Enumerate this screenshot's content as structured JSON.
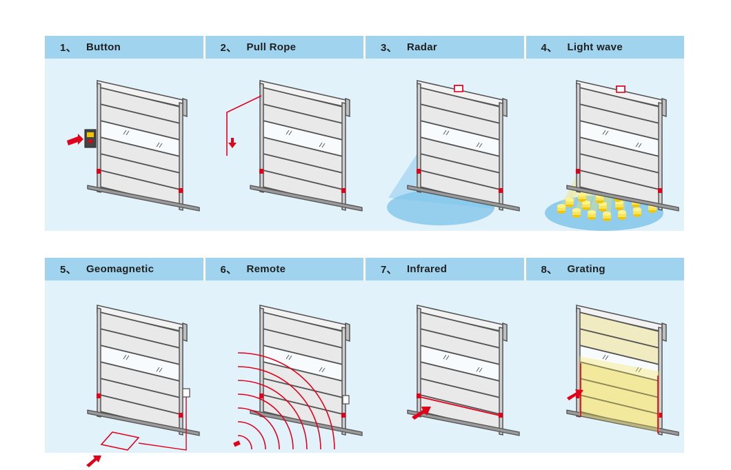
{
  "methods": [
    {
      "number": "1、",
      "label": "Button",
      "icon": "button-icon"
    },
    {
      "number": "2、",
      "label": "Pull Rope",
      "icon": "pull-rope-icon"
    },
    {
      "number": "3、",
      "label": "Radar",
      "icon": "radar-icon"
    },
    {
      "number": "4、",
      "label": "Light wave",
      "icon": "light-wave-icon"
    },
    {
      "number": "5、",
      "label": "Geomagnetic",
      "icon": "geomagnetic-icon"
    },
    {
      "number": "6、",
      "label": "Remote",
      "icon": "remote-icon"
    },
    {
      "number": "7、",
      "label": "Infrared",
      "icon": "infrared-icon"
    },
    {
      "number": "8、",
      "label": "Grating",
      "icon": "grating-icon"
    }
  ],
  "colors": {
    "header_bg": "#9fd3ee",
    "panel_bg": "#e2f2fb",
    "door_frame": "#555555",
    "door_panel": "#e9e9e9",
    "accent_red": "#e3001b",
    "radar_blue": "#7cc3ea",
    "light_yellow": "#f6e45a"
  }
}
